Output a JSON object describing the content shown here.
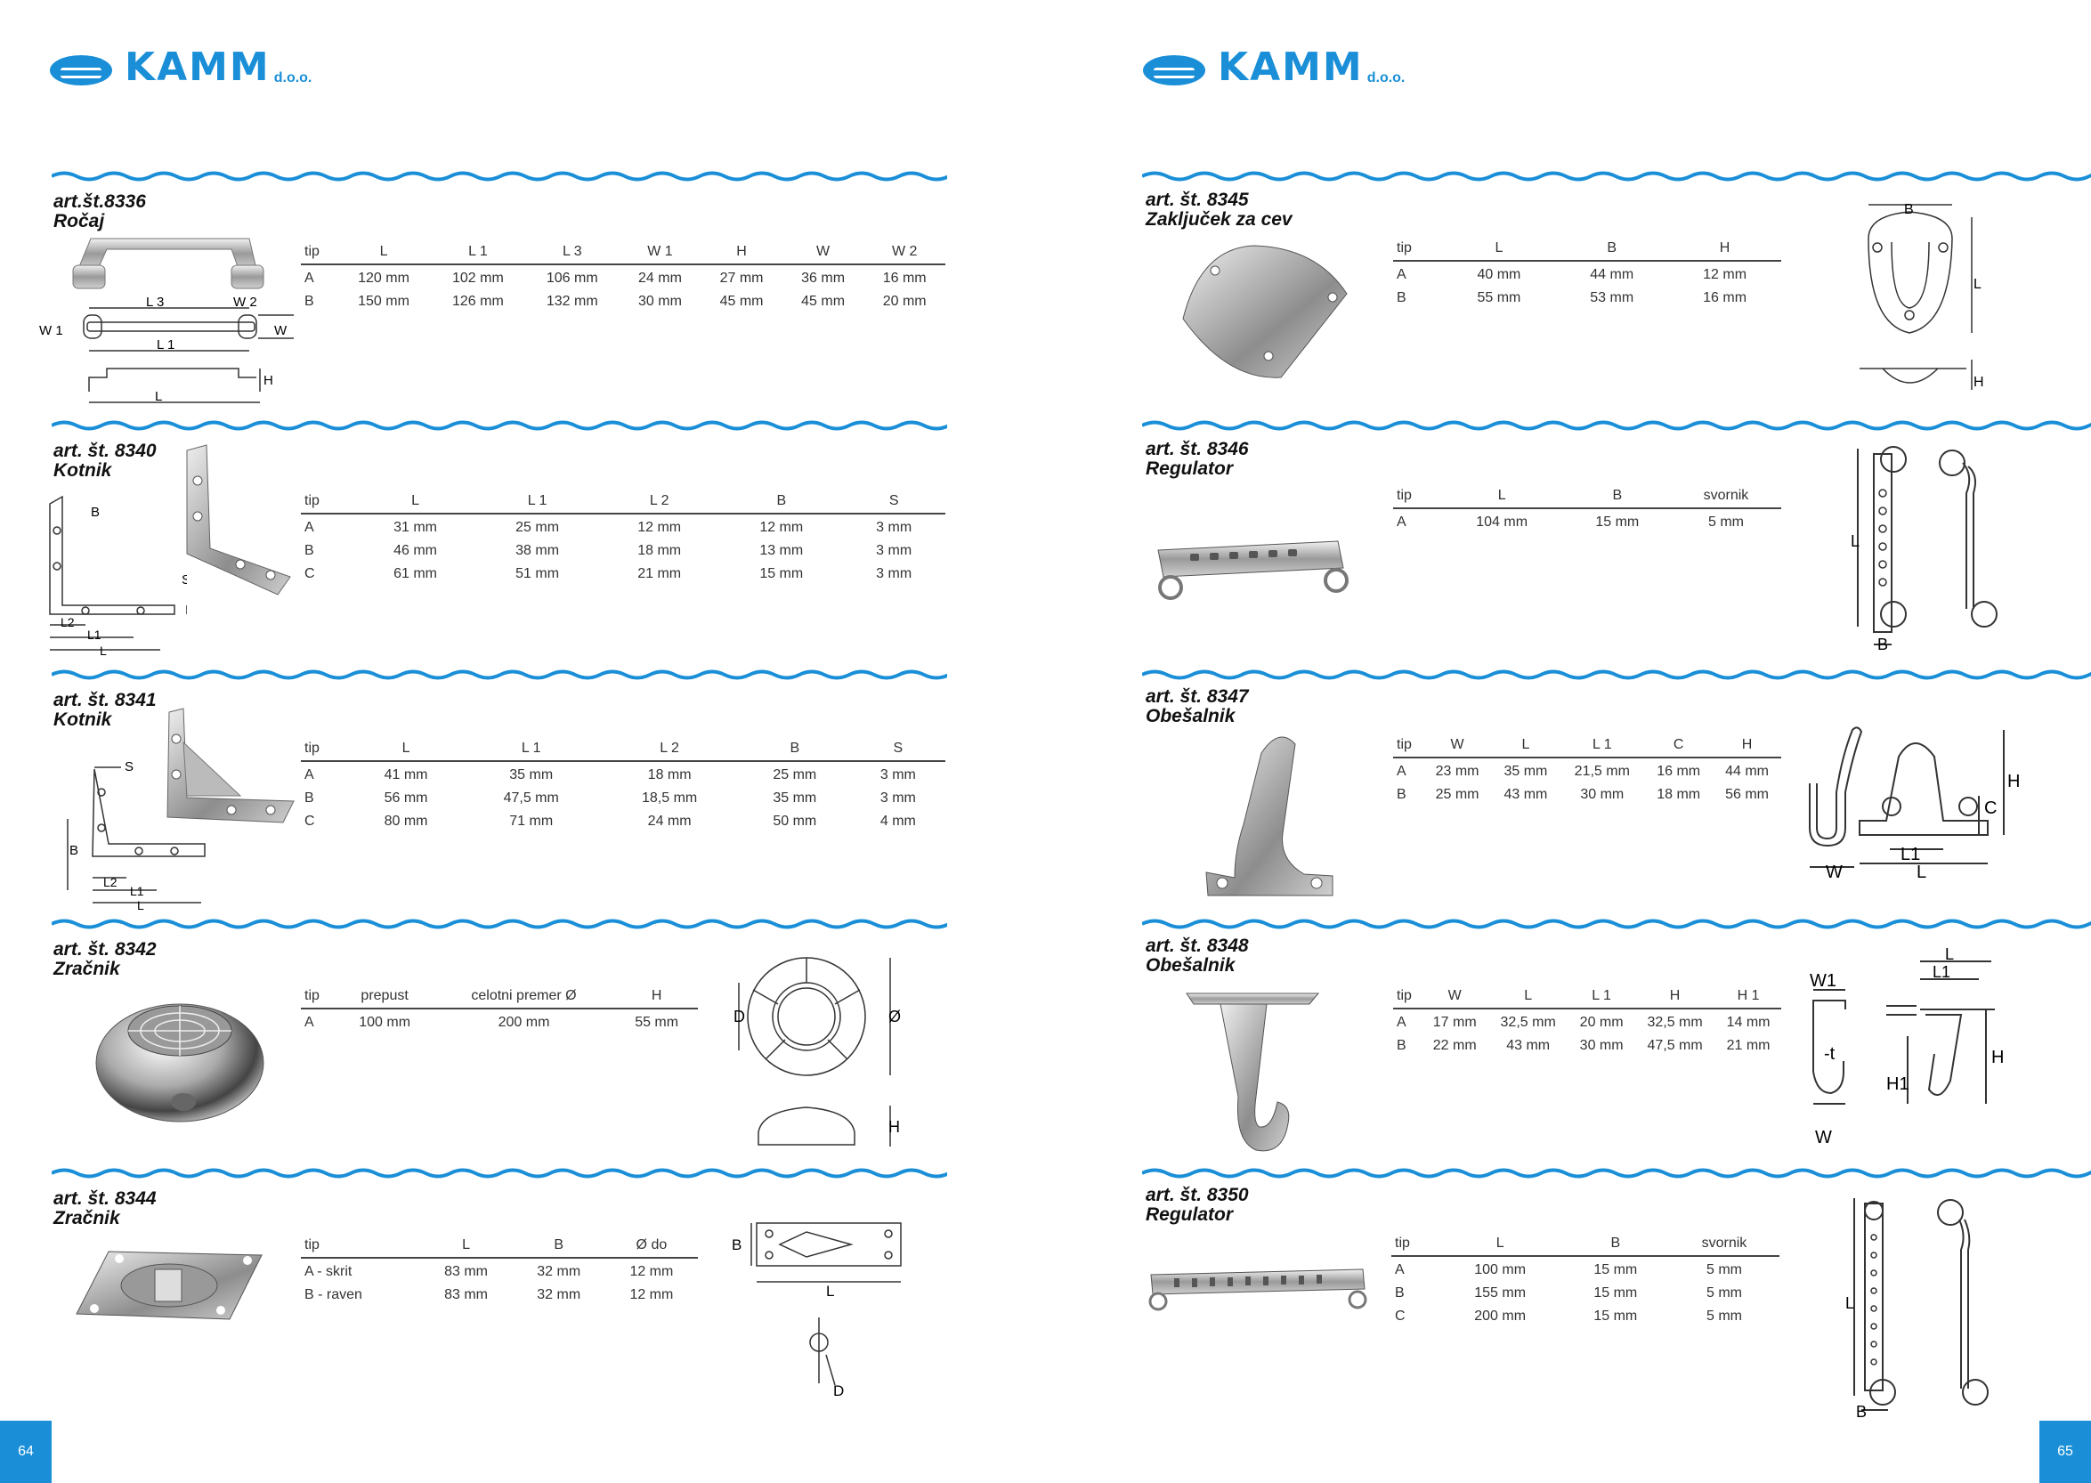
{
  "brand": {
    "name": "KAMM",
    "suffix": "d.o.o."
  },
  "page_left": "64",
  "page_right": "65",
  "products": {
    "p8336": {
      "art": "art.št.8336",
      "name": "Ročaj",
      "headers": [
        "tip",
        "L",
        "L 1",
        "L 3",
        "W 1",
        "H",
        "W",
        "W 2"
      ],
      "rows": [
        [
          "A",
          "120 mm",
          "102 mm",
          "106 mm",
          "24 mm",
          "27 mm",
          "36 mm",
          "16 mm"
        ],
        [
          "B",
          "150 mm",
          "126 mm",
          "132 mm",
          "30 mm",
          "45 mm",
          "45 mm",
          "20 mm"
        ]
      ]
    },
    "p8340": {
      "art": "art. št. 8340",
      "name": "Kotnik",
      "headers": [
        "tip",
        "L",
        "L 1",
        "L 2",
        "B",
        "S"
      ],
      "rows": [
        [
          "A",
          "31 mm",
          "25 mm",
          "12 mm",
          "12 mm",
          "3 mm"
        ],
        [
          "B",
          "46 mm",
          "38 mm",
          "18 mm",
          "13 mm",
          "3 mm"
        ],
        [
          "C",
          "61 mm",
          "51 mm",
          "21 mm",
          "15 mm",
          "3 mm"
        ]
      ]
    },
    "p8341": {
      "art": "art. št. 8341",
      "name": "Kotnik",
      "headers": [
        "tip",
        "L",
        "L 1",
        "L 2",
        "B",
        "S"
      ],
      "rows": [
        [
          "A",
          "41 mm",
          "35 mm",
          "18 mm",
          "25 mm",
          "3 mm"
        ],
        [
          "B",
          "56 mm",
          "47,5 mm",
          "18,5 mm",
          "35 mm",
          "3 mm"
        ],
        [
          "C",
          "80 mm",
          "71 mm",
          "24 mm",
          "50 mm",
          "4 mm"
        ]
      ]
    },
    "p8342": {
      "art": "art. št. 8342",
      "name": "Zračnik",
      "headers": [
        "tip",
        "prepust",
        "celotni premer Ø",
        "H"
      ],
      "rows": [
        [
          "A",
          "100 mm",
          "200 mm",
          "55 mm"
        ]
      ]
    },
    "p8344": {
      "art": "art. št. 8344",
      "name": "Zračnik",
      "headers": [
        "tip",
        "L",
        "B",
        "Ø do"
      ],
      "rows": [
        [
          "A - skrit",
          "83 mm",
          "32 mm",
          "12 mm"
        ],
        [
          "B - raven",
          "83 mm",
          "32 mm",
          "12 mm"
        ]
      ]
    },
    "p8345": {
      "art": "art. št. 8345",
      "name": "Zaključek za cev",
      "headers": [
        "tip",
        "L",
        "B",
        "H"
      ],
      "rows": [
        [
          "A",
          "40 mm",
          "44 mm",
          "12 mm"
        ],
        [
          "B",
          "55 mm",
          "53 mm",
          "16 mm"
        ]
      ]
    },
    "p8346": {
      "art": "art. št. 8346",
      "name": "Regulator",
      "headers": [
        "tip",
        "L",
        "B",
        "svornik"
      ],
      "rows": [
        [
          "A",
          "104 mm",
          "15 mm",
          "5 mm"
        ]
      ]
    },
    "p8347": {
      "art": "art. št. 8347",
      "name": "Obešalnik",
      "headers": [
        "tip",
        "W",
        "L",
        "L 1",
        "C",
        "H"
      ],
      "rows": [
        [
          "A",
          "23 mm",
          "35 mm",
          "21,5 mm",
          "16 mm",
          "44 mm"
        ],
        [
          "B",
          "25 mm",
          "43 mm",
          "30 mm",
          "18 mm",
          "56 mm"
        ]
      ]
    },
    "p8348": {
      "art": "art. št. 8348",
      "name": "Obešalnik",
      "headers": [
        "tip",
        "W",
        "L",
        "L 1",
        "H",
        "H 1"
      ],
      "rows": [
        [
          "A",
          "17 mm",
          "32,5 mm",
          "20 mm",
          "32,5 mm",
          "14 mm"
        ],
        [
          "B",
          "22 mm",
          "43 mm",
          "30 mm",
          "47,5 mm",
          "21 mm"
        ]
      ]
    },
    "p8350": {
      "art": "art. št. 8350",
      "name": "Regulator",
      "headers": [
        "tip",
        "L",
        "B",
        "svornik"
      ],
      "rows": [
        [
          "A",
          "100 mm",
          "15 mm",
          "5 mm"
        ],
        [
          "B",
          "155 mm",
          "15 mm",
          "5 mm"
        ],
        [
          "C",
          "200 mm",
          "15 mm",
          "5 mm"
        ]
      ]
    }
  },
  "dim_labels": {
    "L": "L",
    "L1": "L 1",
    "L3": "L 3",
    "W": "W",
    "W1": "W 1",
    "W2": "W 2",
    "H": "H",
    "B": "B",
    "S": "S",
    "L1s": "L1",
    "L2s": "L2",
    "D": "D",
    "dia": "Ø",
    "W1s": "W1",
    "H1": "H1",
    "C": "C",
    "t": "-t"
  },
  "colors": {
    "brand_blue": "#1a8fd8",
    "wave_blue": "#1a8fd8"
  }
}
